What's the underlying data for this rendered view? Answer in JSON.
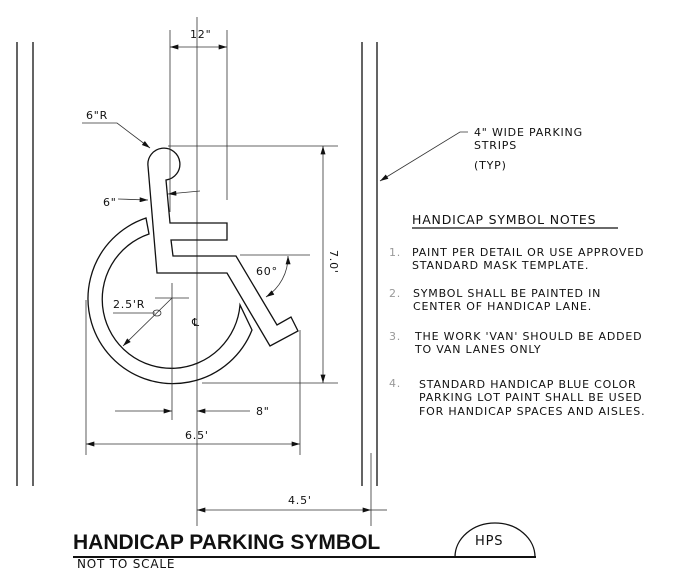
{
  "dimensions": {
    "width_12": "12\"",
    "head_radius": "6\"R",
    "body_width": "6\"",
    "height_7": "7.0'",
    "angle": "60°",
    "wheel_radius": "2.5'R",
    "centerline": "℄",
    "offset_8": "8\"",
    "width_65": "6.5'",
    "offset_45": "4.5'"
  },
  "callout": {
    "line1": "4\" WIDE PARKING",
    "line2": "STRIPS",
    "line3": "(TYP)"
  },
  "notes": {
    "heading": "HANDICAP SYMBOL NOTES",
    "items": [
      {
        "num": "1.",
        "lines": [
          "PAINT PER DETAIL OR USE APPROVED",
          "STANDARD MASK TEMPLATE."
        ]
      },
      {
        "num": "2.",
        "lines": [
          "SYMBOL SHALL BE PAINTED IN",
          "CENTER OF HANDICAP LANE."
        ]
      },
      {
        "num": "3.",
        "lines": [
          "THE WORK 'VAN' SHOULD BE ADDED",
          "TO VAN LANES ONLY"
        ]
      },
      {
        "num": "4.",
        "lines": [
          "STANDARD HANDICAP BLUE COLOR",
          "PARKING LOT PAINT SHALL BE USED",
          "FOR HANDICAP SPACES AND AISLES."
        ]
      }
    ]
  },
  "title_block": {
    "title": "HANDICAP PARKING SYMBOL",
    "subtitle": "NOT TO SCALE",
    "tag": "HPS"
  }
}
